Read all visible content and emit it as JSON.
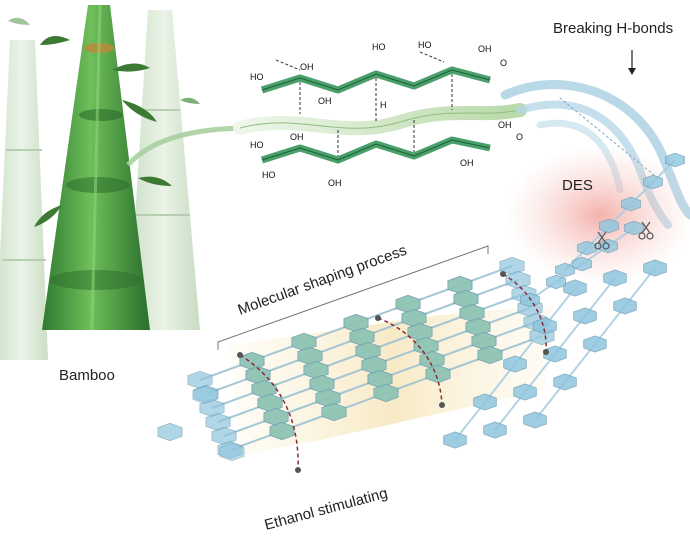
{
  "labels": {
    "bamboo": "Bamboo",
    "breaking": "Breaking H-bonds",
    "des": "DES",
    "molecular": "Molecular shaping process",
    "ethanol": "Ethanol stimulating"
  },
  "colors": {
    "bamboo_green": "#3f8f3c",
    "bamboo_ghost": "#cfe3c8",
    "cellulose_ring": "#4aa06a",
    "hex_blue": "#8fc6df",
    "hex_teal": "#8fc4b4",
    "des_glow": "#f2a8a0",
    "shaping_zone": "#f7e9c4"
  },
  "chemistry": {
    "ho": "HO",
    "oh": "OH",
    "o": "O",
    "h": "H"
  }
}
